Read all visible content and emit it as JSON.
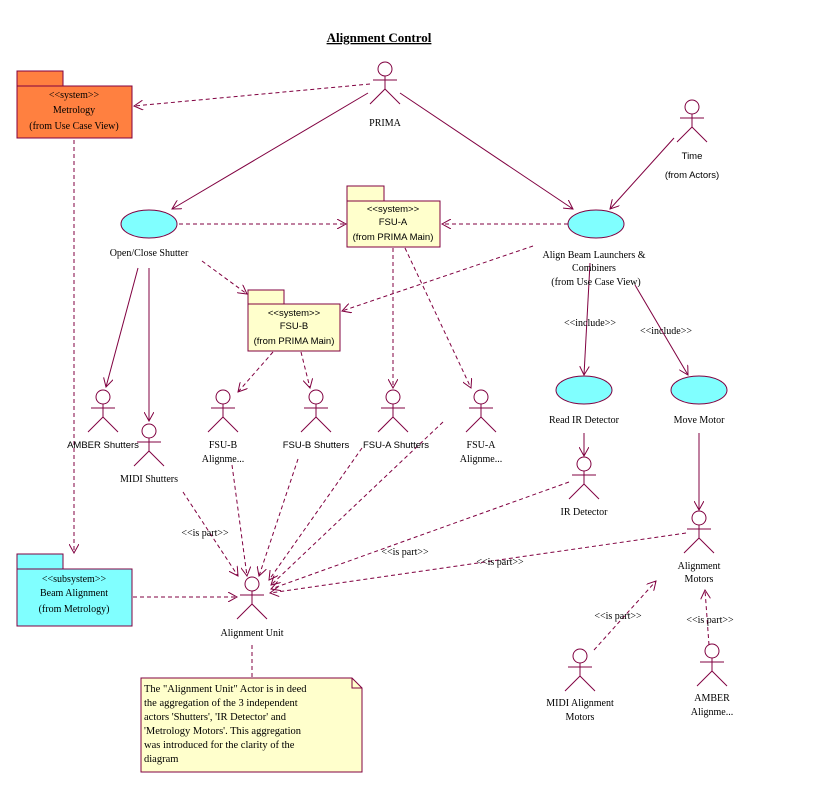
{
  "title": "Alignment Control",
  "colors": {
    "line": "#800040",
    "use_case_fill": "#80ffff",
    "system_package_fill": "#ffffcc",
    "metrology_package_fill": "#ff8040",
    "subsystem_package_fill": "#80ffff",
    "note_fill": "#ffffcc"
  },
  "packages": {
    "metrology": {
      "stereotype": "<<system>>",
      "name": "Metrology",
      "origin": "(from Use Case View)"
    },
    "fsu_a": {
      "stereotype": "<<system>>",
      "name": "FSU-A",
      "origin": "(from PRIMA Main)"
    },
    "fsu_b": {
      "stereotype": "<<system>>",
      "name": "FSU-B",
      "origin": "(from PRIMA Main)"
    },
    "beam_alignment": {
      "stereotype": "<<subsystem>>",
      "name": "Beam Alignment",
      "origin": "(from Metrology)"
    }
  },
  "use_cases": {
    "open_close_shutter": {
      "name": "Open/Close Shutter"
    },
    "align_beam": {
      "name_line1": "Align Beam Launchers &",
      "name_line2": "Combiners",
      "origin": "(from Use Case View)"
    },
    "read_ir": {
      "name": "Read IR Detector"
    },
    "move_motor": {
      "name": "Move Motor"
    }
  },
  "actors": {
    "prima": {
      "name": "PRIMA"
    },
    "time": {
      "name": "Time",
      "origin": "(from Actors)"
    },
    "amber_shutters": {
      "name": "AMBER Shutters"
    },
    "midi_shutters": {
      "name": "MIDI Shutters"
    },
    "fsu_b_align": {
      "name_line1": "FSU-B",
      "name_line2": "Alignme..."
    },
    "fsu_b_shutters": {
      "name": "FSU-B Shutters"
    },
    "fsu_a_shutters": {
      "name": "FSU-A Shutters"
    },
    "fsu_a_align": {
      "name_line1": "FSU-A",
      "name_line2": "Alignme..."
    },
    "ir_detector": {
      "name": "IR Detector"
    },
    "alignment_motors": {
      "name_line1": "Alignment",
      "name_line2": "Motors"
    },
    "alignment_unit": {
      "name": "Alignment Unit"
    },
    "midi_alignment_motors": {
      "name_line1": "MIDI Alignment",
      "name_line2": "Motors"
    },
    "amber_alignment": {
      "name_line1": "AMBER",
      "name_line2": "Alignme..."
    }
  },
  "relations": {
    "include_1": "<<include>>",
    "include_2": "<<include>>",
    "is_part_1": "<<is part>>",
    "is_part_2": "<<is part>>",
    "is_part_3": "<<is part>>",
    "is_part_4": "<<is part>>",
    "is_part_5": "<<is part>>"
  },
  "note": {
    "lines": [
      "The \"Alignment Unit\" Actor is in deed",
      "the aggregation of the 3 independent",
      "actors 'Shutters', 'IR Detector' and",
      "'Metrology Motors'. This aggregation",
      "was introduced for the clarity of the",
      "diagram"
    ]
  }
}
